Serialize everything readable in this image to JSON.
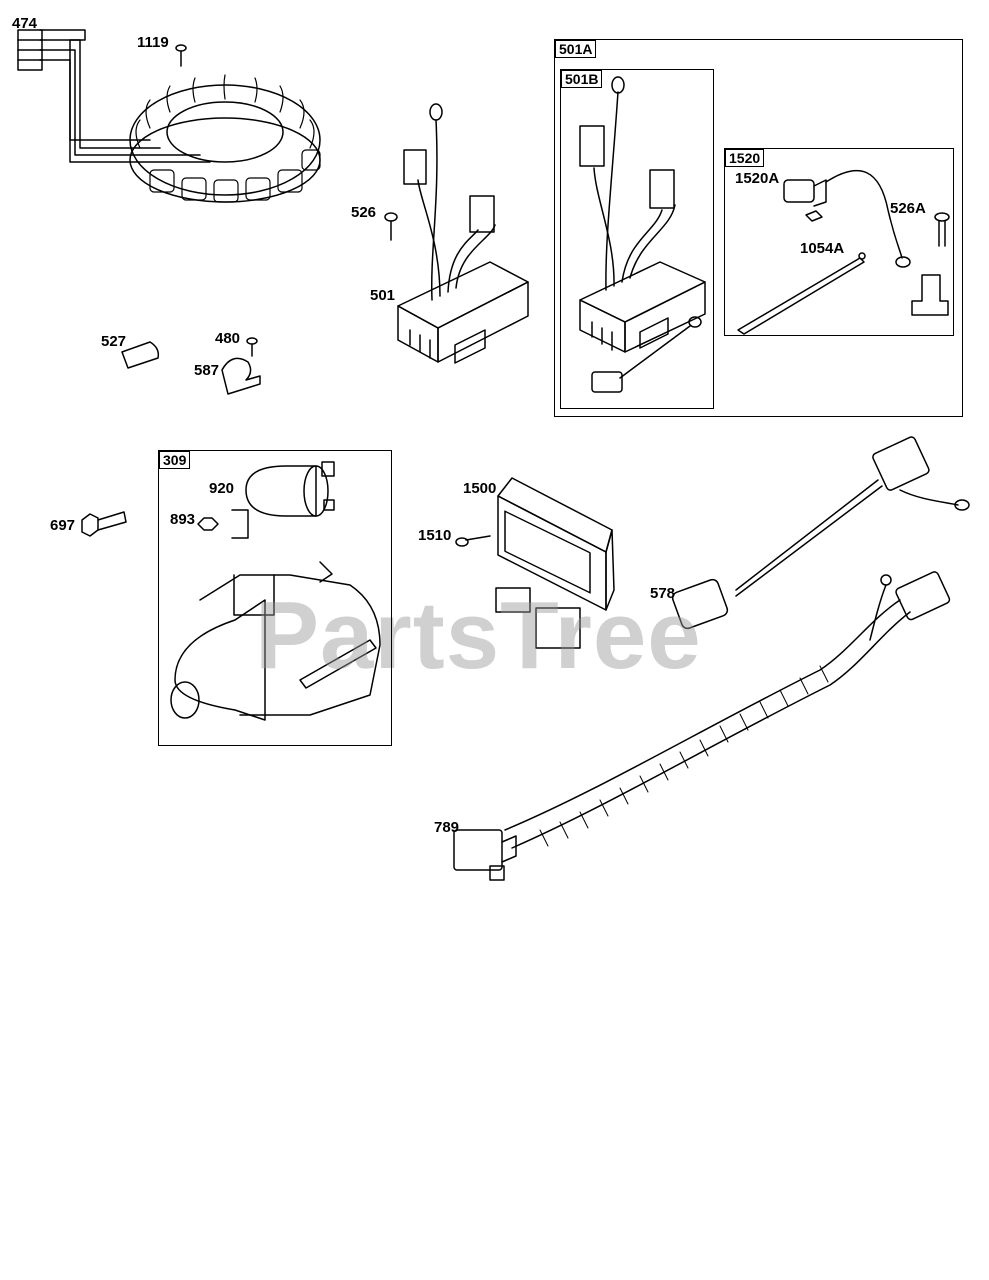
{
  "watermark": "PartsTree",
  "colors": {
    "ink": "#000000",
    "paper": "#ffffff",
    "watermark": "#969696"
  },
  "frames": {
    "f501A": "501A",
    "f501B": "501B",
    "f1520": "1520",
    "f309": "309"
  },
  "parts": {
    "p474": "474",
    "p1119": "1119",
    "p526": "526",
    "p501": "501",
    "p527": "527",
    "p480": "480",
    "p587": "587",
    "p1520A": "1520A",
    "p526A": "526A",
    "p1054A": "1054A",
    "p920": "920",
    "p893": "893",
    "p697": "697",
    "p1500": "1500",
    "p1510": "1510",
    "p578": "578",
    "p789": "789"
  }
}
